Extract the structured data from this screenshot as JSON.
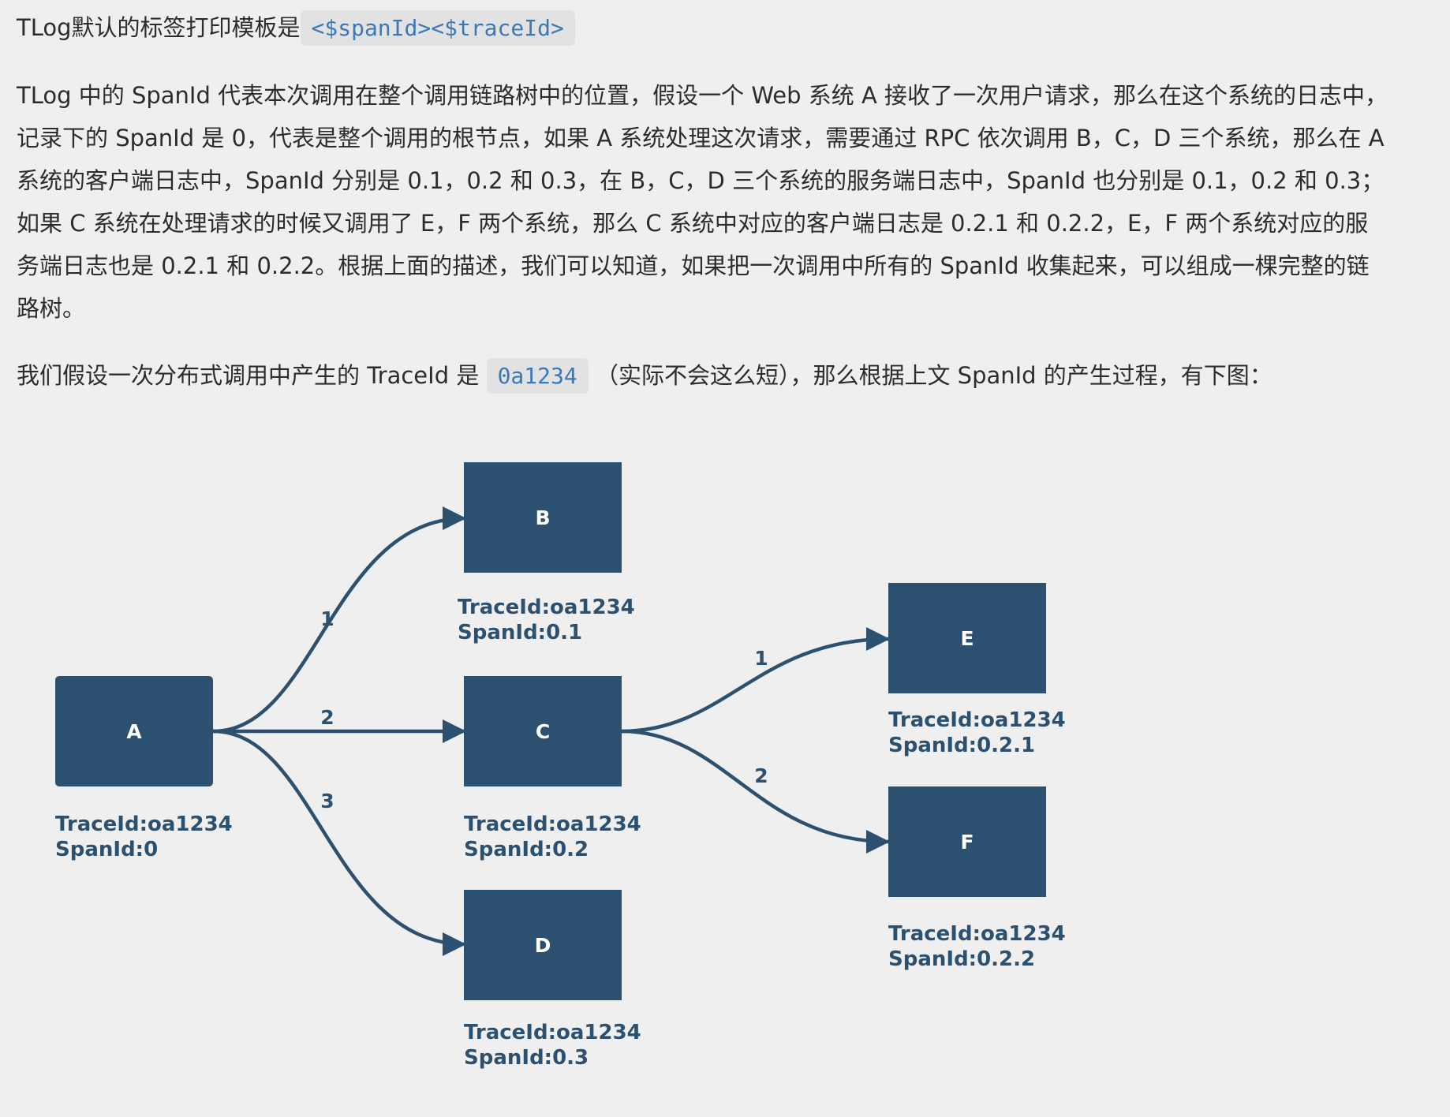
{
  "intro": {
    "prefix": "TLog默认的标签打印模板是",
    "code": "<$spanId><$traceId>"
  },
  "explanation": "TLog 中的 SpanId 代表本次调用在整个调用链路树中的位置，假设一个 Web 系统 A 接收了一次用户请求，那么在这个系统的日志中，记录下的 SpanId 是 0，代表是整个调用的根节点，如果 A 系统处理这次请求，需要通过 RPC 依次调用 B，C，D 三个系统，那么在 A 系统的客户端日志中，SpanId 分别是 0.1，0.2 和 0.3，在 B，C，D 三个系统的服务端日志中，SpanId 也分别是 0.1，0.2 和 0.3；如果 C 系统在处理请求的时候又调用了 E，F 两个系统，那么 C 系统中对应的客户端日志是 0.2.1 和 0.2.2，E，F 两个系统对应的服务端日志也是 0.2.1 和 0.2.2。根据上面的描述，我们可以知道，如果把一次调用中所有的 SpanId 收集起来，可以组成一棵完整的链路树。",
  "assumption": {
    "prefix": "我们假设一次分布式调用中产生的 TraceId 是",
    "code": "0a1234",
    "suffix": "（实际不会这么短），那么根据上文 SpanId 的产生过程，有下图："
  },
  "diagram": {
    "colors": {
      "node": "#2c5170",
      "code_text": "#3a78b8"
    },
    "nodes": [
      {
        "id": "A",
        "trace": "TraceId:oa1234",
        "span": "SpanId:0"
      },
      {
        "id": "B",
        "trace": "TraceId:oa1234",
        "span": "SpanId:0.1"
      },
      {
        "id": "C",
        "trace": "TraceId:oa1234",
        "span": "SpanId:0.2"
      },
      {
        "id": "D",
        "trace": "TraceId:oa1234",
        "span": "SpanId:0.3"
      },
      {
        "id": "E",
        "trace": "TraceId:oa1234",
        "span": "SpanId:0.2.1"
      },
      {
        "id": "F",
        "trace": "TraceId:oa1234",
        "span": "SpanId:0.2.2"
      }
    ],
    "edges": [
      {
        "from": "A",
        "to": "B",
        "label": "1"
      },
      {
        "from": "A",
        "to": "C",
        "label": "2"
      },
      {
        "from": "A",
        "to": "D",
        "label": "3"
      },
      {
        "from": "C",
        "to": "E",
        "label": "1"
      },
      {
        "from": "C",
        "to": "F",
        "label": "2"
      }
    ]
  }
}
